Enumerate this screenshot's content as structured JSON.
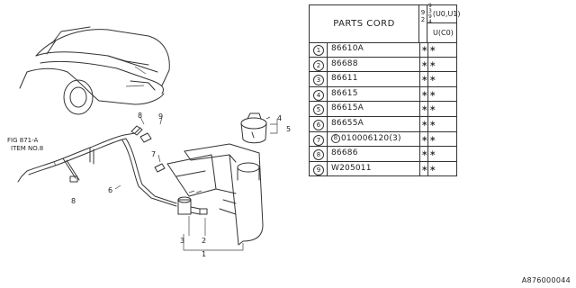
{
  "fig_ref": {
    "line1": "FIG 871-A",
    "line2": "ITEM NO.8"
  },
  "callouts": {
    "c1": "1",
    "c2": "2",
    "c3": "3",
    "c4": "4",
    "c5": "5",
    "c6": "6",
    "c7": "7",
    "c8a": "8",
    "c8b": "8",
    "c9": "9"
  },
  "table": {
    "header_title": "PARTS CORD",
    "year_col": "9 2",
    "year_col_right": "9 3 9 4",
    "model_col_1": "(U0,U1)",
    "model_col_2": "U(C0)",
    "rows": [
      {
        "num": "1",
        "code": "86610A",
        "m1": "∗",
        "m2": "∗"
      },
      {
        "num": "2",
        "code": "86688",
        "m1": "∗",
        "m2": "∗"
      },
      {
        "num": "3",
        "code": "86611",
        "m1": "∗",
        "m2": "∗"
      },
      {
        "num": "4",
        "code": "86615",
        "m1": "∗",
        "m2": "∗"
      },
      {
        "num": "5",
        "code": "86615A",
        "m1": "∗",
        "m2": "∗"
      },
      {
        "num": "6",
        "code": "86655A",
        "m1": "∗",
        "m2": "∗"
      },
      {
        "num": "7",
        "code": "010006120(3)",
        "prefix": "B",
        "m1": "∗",
        "m2": "∗"
      },
      {
        "num": "8",
        "code": "86686",
        "m1": "∗",
        "m2": "∗"
      },
      {
        "num": "9",
        "code": "W205011",
        "m1": "∗",
        "m2": "∗"
      }
    ]
  },
  "catalog_code": "A876000044"
}
